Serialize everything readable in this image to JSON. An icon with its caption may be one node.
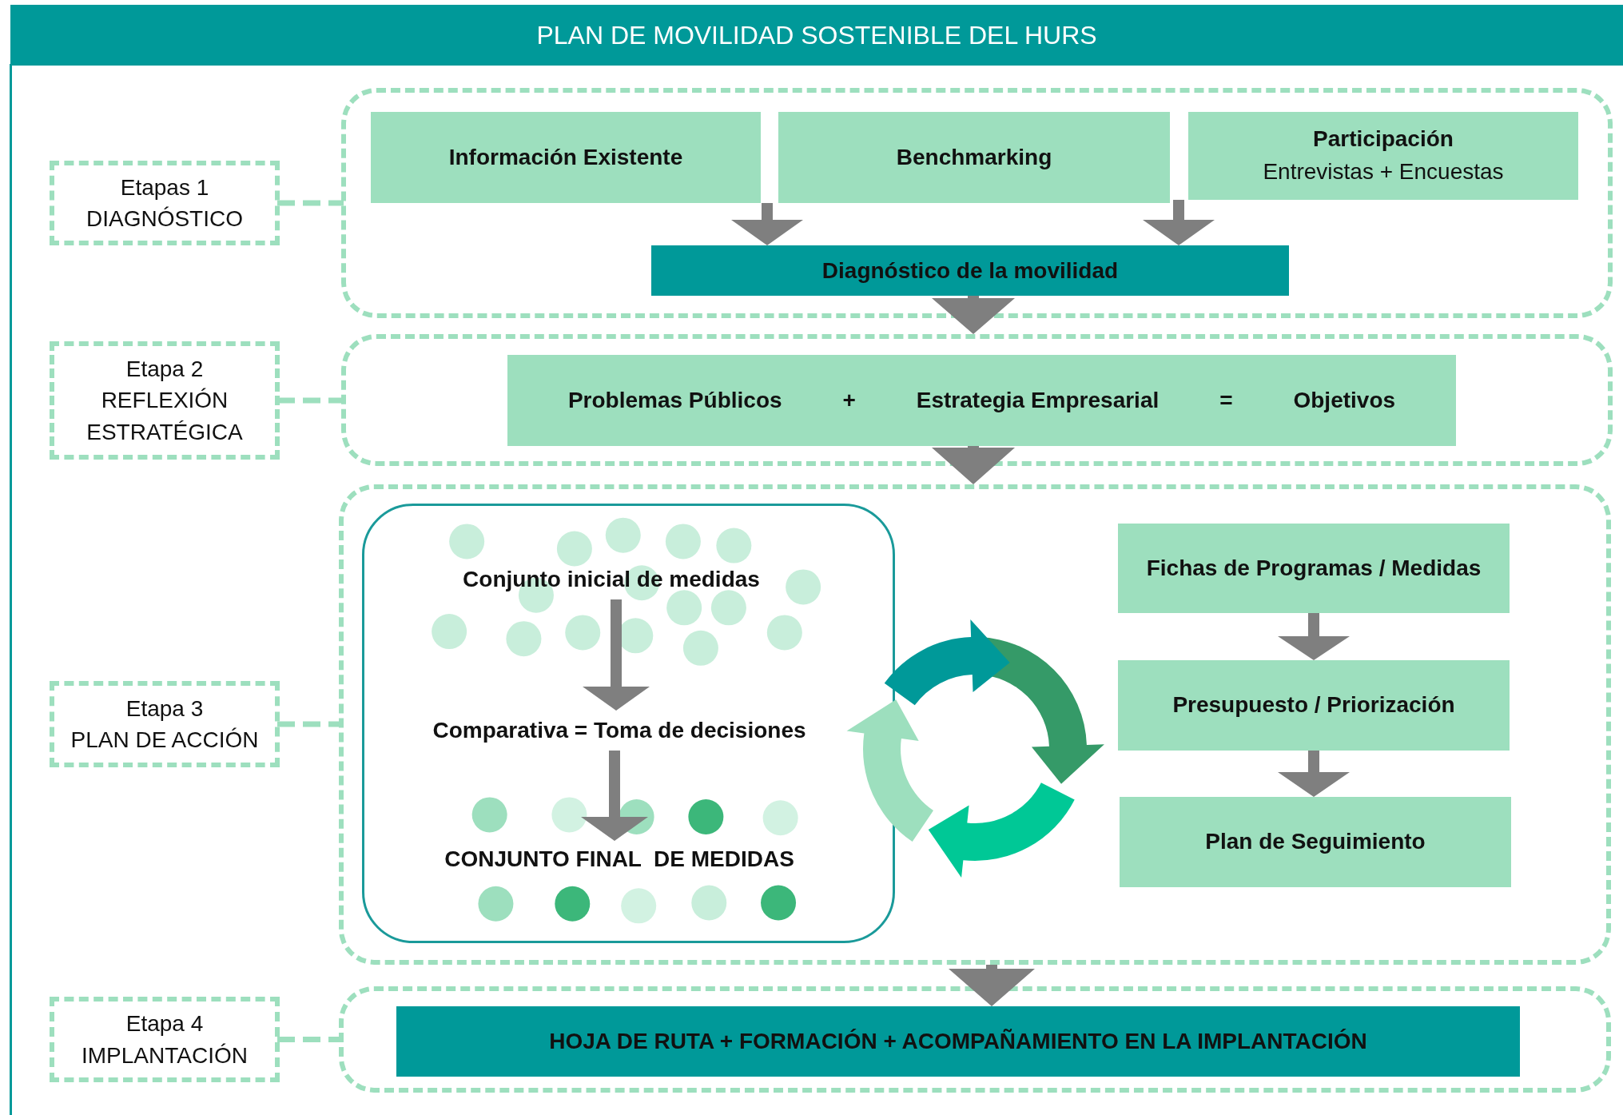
{
  "diagram": {
    "title": "PLAN DE MOVILIDAD SOSTENIBLE DEL HURS",
    "nodes": [
      {
        "text": [
          "Etapas 1",
          "DIAGNÓSTICO"
        ]
      },
      {
        "text": [],
        "shape": "box"
      },
      {
        "text": [
          "Información Existente"
        ],
        "in": 1
      },
      {
        "text": [
          "Benchmarking"
        ],
        "in": 1
      },
      {
        "text": [
          "Participación",
          "Entrevistas + Encuestas"
        ],
        "in": 1
      },
      {
        "text": [
          "Diagnóstico de la movilidad"
        ],
        "in": 1
      },
      {
        "text": [
          "Etapa 2",
          "REFLEXIÓN ESTRATÉGICA"
        ]
      },
      {
        "text": [],
        "shape": "box"
      },
      {
        "text": [
          "Problemas Públicos",
          "+",
          "Estrategia Empresarial",
          "=",
          "Objetivos"
        ],
        "in": 7
      },
      {
        "text": [
          "Etapa 3",
          "PLAN DE ACCIÓN"
        ]
      },
      {
        "text": [],
        "shape": "box"
      },
      {
        "text": [],
        "shape": "box",
        "in": 10
      },
      {
        "text": [
          "Conjunto inicial de medidas"
        ],
        "in": 11
      },
      {
        "text": [
          "Comparativa = Toma de decisiones"
        ],
        "in": 11
      },
      {
        "text": [
          "CONJUNTO FINAL  DE MEDIDAS"
        ],
        "in": 11
      },
      {
        "text": [
          "Fichas de Programas / Medidas"
        ],
        "in": 10
      },
      {
        "text": [
          "Presupuesto / Priorización"
        ],
        "in": 10
      },
      {
        "text": [
          "Plan de Seguimiento"
        ],
        "in": 10
      },
      {
        "text": [
          "Etapa 4",
          "IMPLANTACIÓN"
        ]
      },
      {
        "text": [],
        "shape": "box"
      },
      {
        "text": [
          "HOJA DE RUTA  +  FORMACIÓN + ACOMPAÑAMIENTO  EN LA IMPLANTACIÓN"
        ],
        "in": 19
      }
    ],
    "edges": [
      {
        "from": 0,
        "to": 1,
        "arrow": "none",
        "style": "dashed",
        "color": "#9ddfbe"
      },
      {
        "from": 2,
        "to": 5,
        "arrow": "to"
      },
      {
        "from": 4,
        "to": 5,
        "arrow": "to"
      },
      {
        "from": 5,
        "to": 7,
        "arrow": "to"
      },
      {
        "from": 6,
        "to": 7,
        "arrow": "none",
        "style": "dashed",
        "color": "#9ddfbe"
      },
      {
        "from": 8,
        "to": 10,
        "arrow": "to"
      },
      {
        "from": 9,
        "to": 10,
        "arrow": "none",
        "style": "dashed",
        "color": "#9ddfbe"
      },
      {
        "from": 12,
        "to": 13,
        "arrow": "to"
      },
      {
        "from": 13,
        "to": 14,
        "arrow": "to"
      },
      {
        "from": 15,
        "to": 16,
        "arrow": "to"
      },
      {
        "from": 16,
        "to": 17,
        "arrow": "to"
      },
      {
        "from": 10,
        "to": 20,
        "arrow": "to"
      },
      {
        "from": 18,
        "to": 19,
        "arrow": "none",
        "style": "dashed",
        "color": "#9ddfbe"
      }
    ]
  }
}
